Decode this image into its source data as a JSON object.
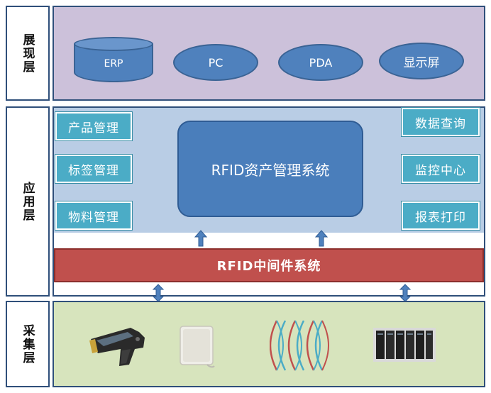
{
  "layers": {
    "display": {
      "label": "展现层"
    },
    "application": {
      "label": "应用层"
    },
    "collection": {
      "label": "采集层"
    }
  },
  "display_nodes": {
    "erp": "ERP",
    "pc": "PC",
    "pda": "PDA",
    "screen": "显示屏"
  },
  "app_modules_left": {
    "product": "产品管理",
    "tag": "标签管理",
    "material": "物料管理"
  },
  "app_modules_right": {
    "query": "数据查询",
    "monitor": "监控中心",
    "report": "报表打印"
  },
  "core_system": "RFID资产管理系统",
  "middleware": "RFID中间件系统",
  "devices": [
    "handheld-reader-icon",
    "antenna-panel-icon",
    "rf-signal-icon",
    "server-rack-icon"
  ],
  "colors": {
    "display_bg": "#ccc1da",
    "app_bg": "#b9cde5",
    "collect_bg": "#d7e4bd",
    "node_blue": "#4f81bd",
    "module_teal": "#4bacc6",
    "middleware_red": "#c0504d",
    "border": "#2f4f7a"
  }
}
